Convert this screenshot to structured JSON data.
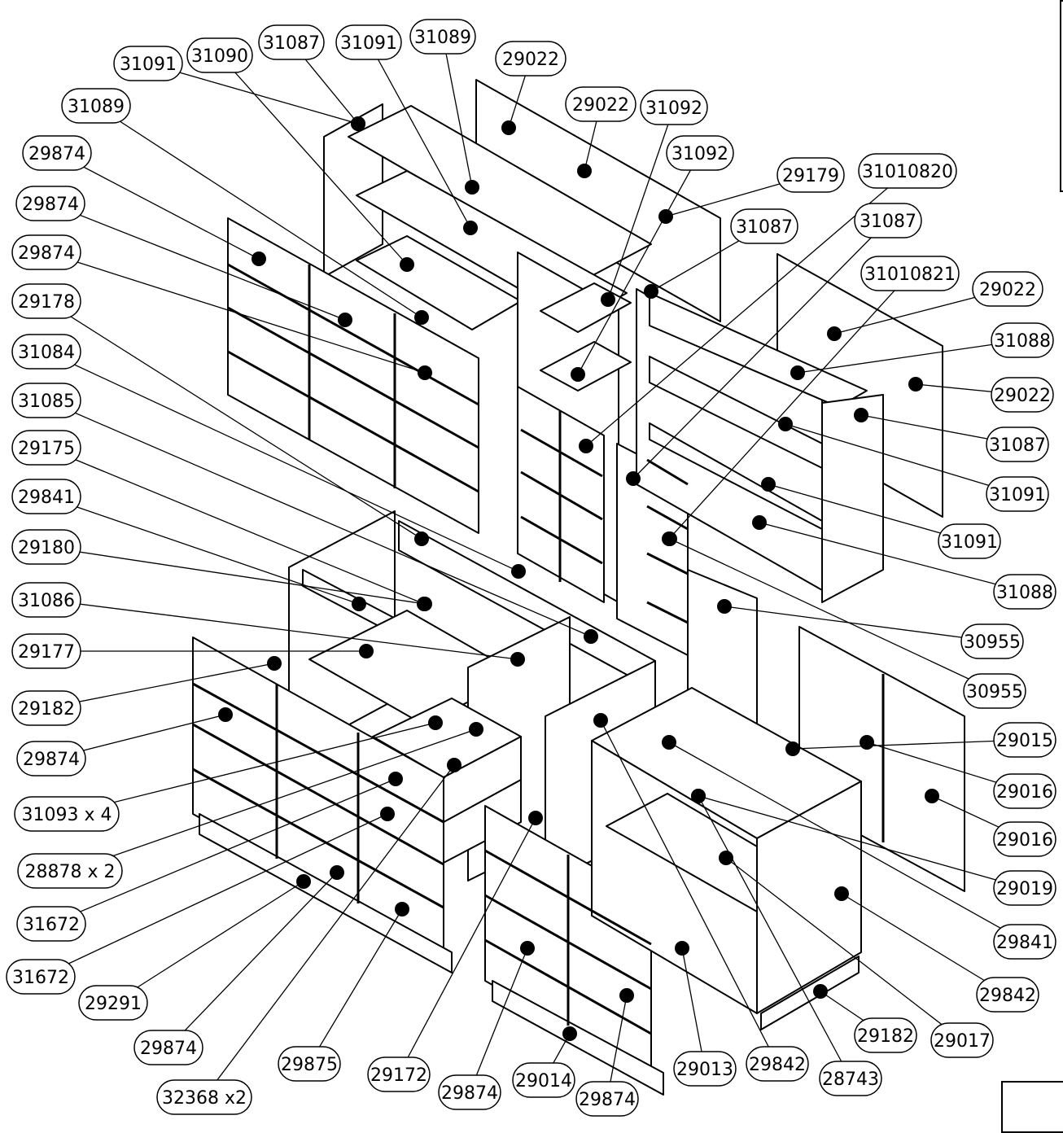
{
  "diagram": {
    "callouts": [
      "31091",
      "31090",
      "31087",
      "31091",
      "31089",
      "29022",
      "31089",
      "29022",
      "31092",
      "29874",
      "31092",
      "29179",
      "31010820",
      "29874",
      "31087",
      "31087",
      "29874",
      "31010821",
      "29022",
      "29178",
      "31088",
      "31084",
      "29022",
      "31085",
      "31087",
      "29175",
      "31091",
      "29841",
      "31091",
      "29180",
      "31088",
      "31086",
      "30955",
      "29177",
      "30955",
      "29182",
      "29015",
      "29874",
      "29016",
      "31093 x 4",
      "29016",
      "28878 x 2",
      "29019",
      "31672",
      "29841",
      "31672",
      "29842",
      "29291",
      "29182",
      "29017",
      "29874",
      "29875",
      "29013",
      "29842",
      "28743",
      "32368 x2",
      "29172",
      "29014",
      "29874",
      "29874"
    ]
  }
}
